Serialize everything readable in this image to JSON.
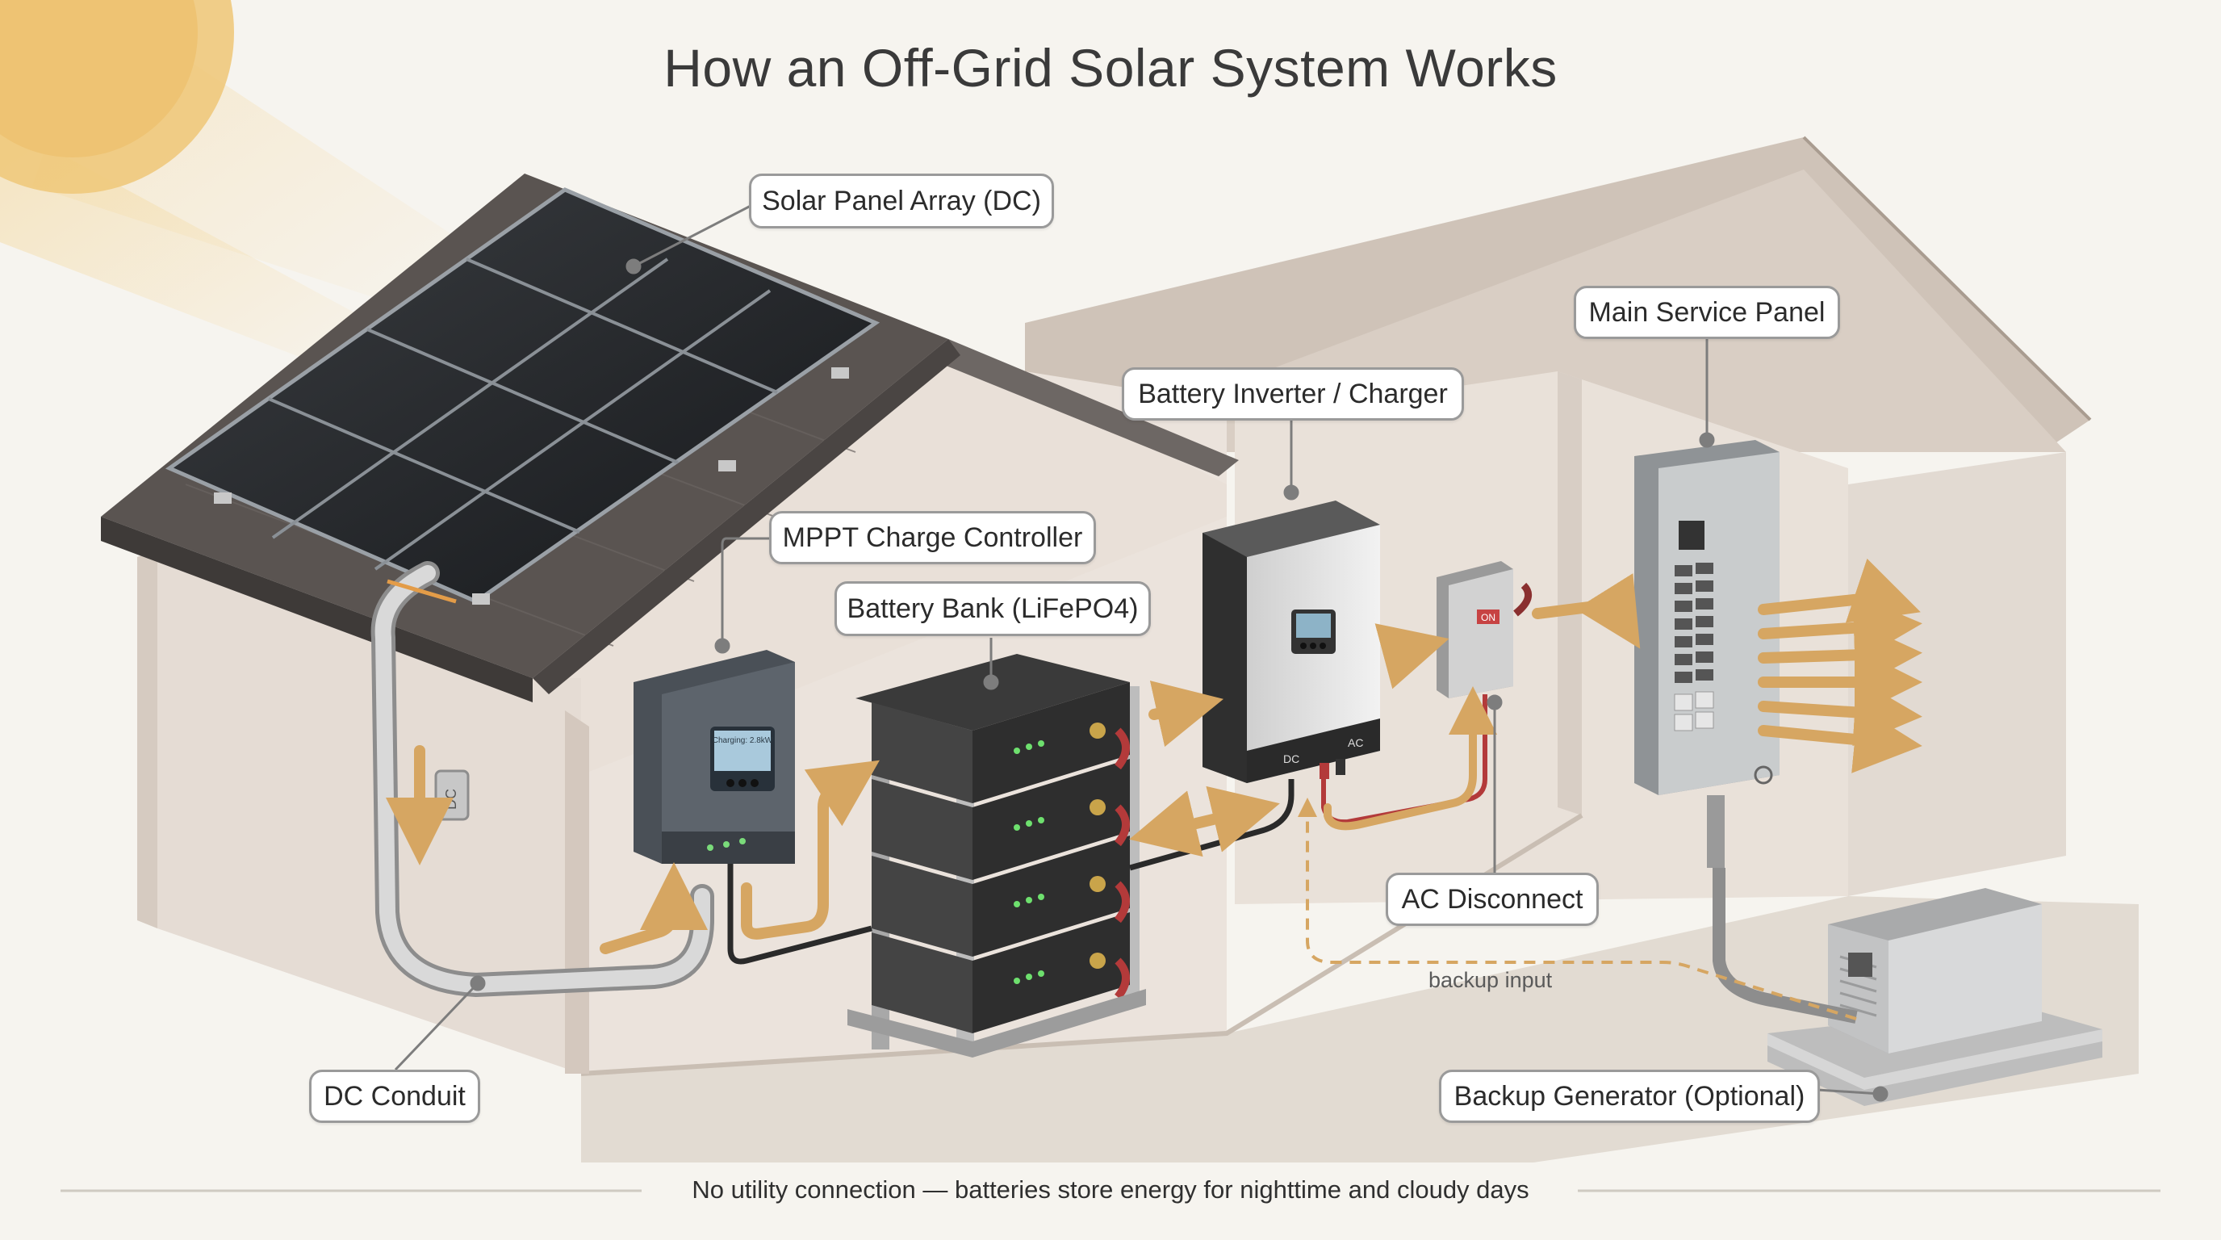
{
  "title": "How an Off-Grid Solar System Works",
  "labels": {
    "solar_panel_array": "Solar Panel Array (DC)",
    "main_service_panel": "Main Service Panel",
    "battery_inverter": "Battery Inverter / Charger",
    "mppt_controller": "MPPT Charge Controller",
    "battery_bank": "Battery Bank (LiFePO4)",
    "ac_disconnect": "AC Disconnect",
    "dc_conduit": "DC Conduit",
    "backup_generator": "Backup Generator (Optional)",
    "backup_input": "backup input"
  },
  "device_text": {
    "conduit_tag": "DC",
    "controller_display": "Charging: 2.8kW",
    "inverter_dc": "DC",
    "inverter_ac": "AC",
    "disconnect_switch": "ON"
  },
  "footer": "No utility connection — batteries store energy for nighttime and cloudy days",
  "colors": {
    "flow_arrow": "#d6a662",
    "sun": "#efc77a",
    "wall": "#ede6df",
    "roof": "#5b5552",
    "panel": "#222427"
  }
}
